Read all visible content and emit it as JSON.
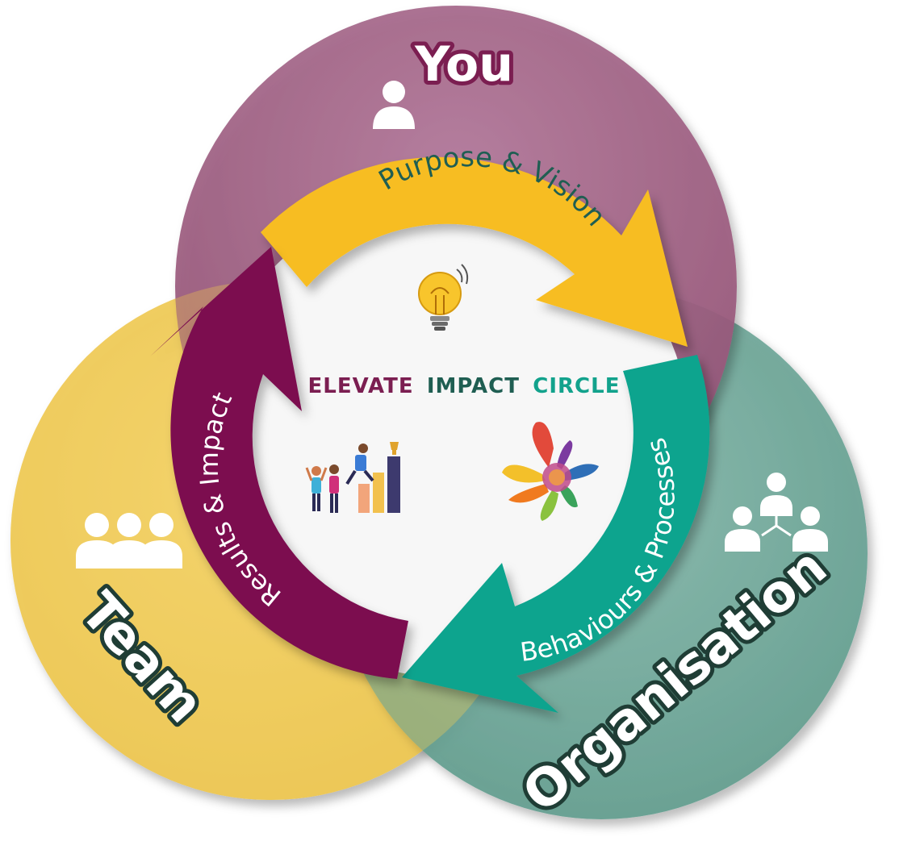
{
  "diagram": {
    "rings": {
      "you": {
        "label": "You",
        "icon": "person-icon",
        "color": "#a0607f"
      },
      "team": {
        "label": "Team",
        "icon": "group-icon",
        "color": "#f0cc5c"
      },
      "organisation": {
        "label": "Organisation",
        "icon": "org-chart-icon",
        "color": "#6fa99b"
      }
    },
    "cycle": {
      "title_parts": [
        "ELEVATE",
        "IMPACT",
        "CIRCLE"
      ],
      "title_colors": [
        "#7b1e51",
        "#1f5e52",
        "#12a28c"
      ],
      "segments": [
        {
          "label": "Purpose  & Vision",
          "icon": "lightbulb-icon",
          "color": "#f7bd23",
          "text_color": "#1f5e52"
        },
        {
          "label": "Behaviours & Processes",
          "icon": "paint-splash-icon",
          "color": "#0fa48e",
          "text_color": "#ffffff"
        },
        {
          "label": "Results & Impact",
          "icon": "team-success-chart-icon",
          "color": "#7c1150",
          "text_color": "#ffffff"
        }
      ]
    }
  }
}
